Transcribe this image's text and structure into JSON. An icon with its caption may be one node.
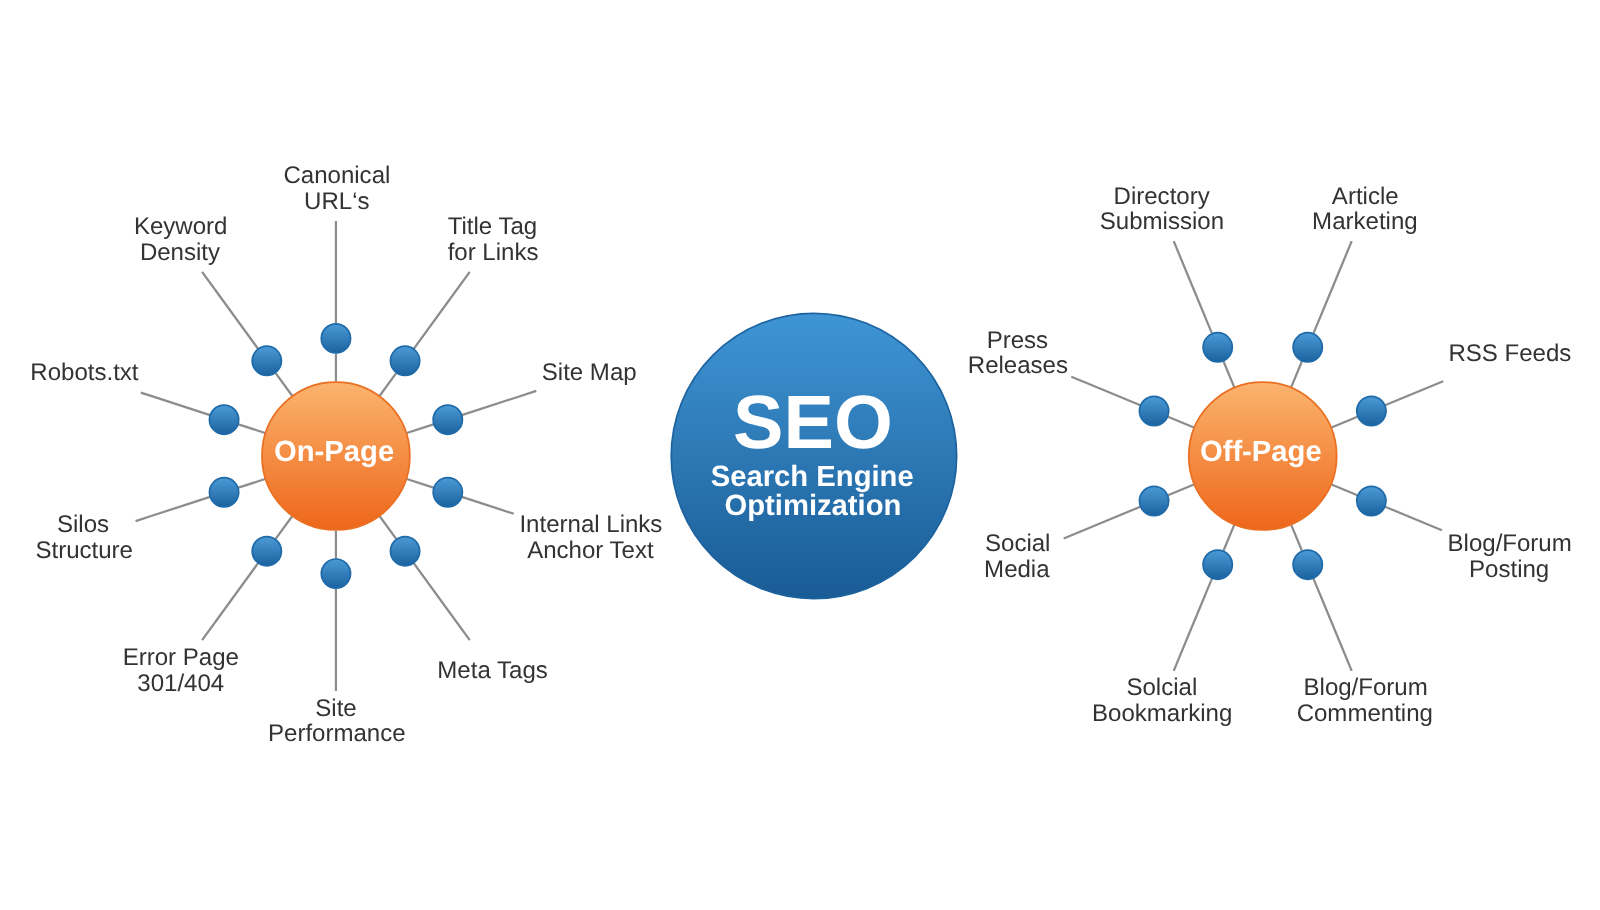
{
  "diagram": {
    "nodes": [
      {
        "text": [
          "On-Page"
        ]
      },
      {
        "text": [],
        "shape": "circle"
      },
      {
        "text": [
          "Site Map"
        ]
      },
      {
        "text": [],
        "shape": "circle"
      },
      {
        "text": [
          "Title Tag for Links"
        ]
      },
      {
        "text": [],
        "shape": "circle"
      },
      {
        "text": [
          "Canonical URL‘s"
        ]
      },
      {
        "text": [],
        "shape": "circle"
      },
      {
        "text": [
          "Keyword Density"
        ]
      },
      {
        "text": [],
        "shape": "circle"
      },
      {
        "text": [
          "Robots.txt"
        ]
      },
      {
        "text": [],
        "shape": "circle"
      },
      {
        "text": [
          "Silos Structure"
        ]
      },
      {
        "text": [],
        "shape": "circle"
      },
      {
        "text": [
          "Error Page 301/404"
        ]
      },
      {
        "text": [],
        "shape": "circle"
      },
      {
        "text": [
          "Site Performance"
        ]
      },
      {
        "text": [],
        "shape": "circle"
      },
      {
        "text": [
          "Meta Tags"
        ]
      },
      {
        "text": [],
        "shape": "circle"
      },
      {
        "text": [
          "Internal Links Anchor Text"
        ]
      },
      {
        "text": [
          "SEO",
          "Search Engine Optimization"
        ]
      },
      {
        "text": [
          "Off-Page"
        ]
      },
      {
        "text": [],
        "shape": "circle"
      },
      {
        "text": [
          "RSS Feeds"
        ]
      },
      {
        "text": [],
        "shape": "circle"
      },
      {
        "text": [
          "Article Marketing"
        ]
      },
      {
        "text": [],
        "shape": "circle"
      },
      {
        "text": [
          "Directory Submission"
        ]
      },
      {
        "text": [],
        "shape": "circle"
      },
      {
        "text": [
          "Press Releases"
        ]
      },
      {
        "text": [],
        "shape": "circle"
      },
      {
        "text": [
          "Social Media"
        ]
      },
      {
        "text": [],
        "shape": "circle"
      },
      {
        "text": [
          "Solcial Bookmarking"
        ]
      },
      {
        "text": [],
        "shape": "circle"
      },
      {
        "text": [
          "Blog/Forum Commenting"
        ]
      },
      {
        "text": [],
        "shape": "circle"
      },
      {
        "text": [
          "Blog/Forum Posting"
        ]
      }
    ],
    "edges": [
      {
        "from": 0,
        "to": 1,
        "arrow": "none"
      },
      {
        "from": 1,
        "to": 2,
        "arrow": "none"
      },
      {
        "from": 0,
        "to": 3,
        "arrow": "none"
      },
      {
        "from": 3,
        "to": 4,
        "arrow": "none"
      },
      {
        "from": 0,
        "to": 5,
        "arrow": "none"
      },
      {
        "from": 5,
        "to": 6,
        "arrow": "none"
      },
      {
        "from": 0,
        "to": 7,
        "arrow": "none"
      },
      {
        "from": 7,
        "to": 8,
        "arrow": "none"
      },
      {
        "from": 0,
        "to": 9,
        "arrow": "none"
      },
      {
        "from": 9,
        "to": 10,
        "arrow": "none"
      },
      {
        "from": 0,
        "to": 11,
        "arrow": "none"
      },
      {
        "from": 11,
        "to": 12,
        "arrow": "none"
      },
      {
        "from": 0,
        "to": 13,
        "arrow": "none"
      },
      {
        "from": 13,
        "to": 14,
        "arrow": "none"
      },
      {
        "from": 0,
        "to": 15,
        "arrow": "none"
      },
      {
        "from": 15,
        "to": 16,
        "arrow": "none"
      },
      {
        "from": 0,
        "to": 17,
        "arrow": "none"
      },
      {
        "from": 17,
        "to": 18,
        "arrow": "none"
      },
      {
        "from": 0,
        "to": 19,
        "arrow": "none"
      },
      {
        "from": 19,
        "to": 20,
        "arrow": "none"
      },
      {
        "from": 22,
        "to": 23,
        "arrow": "none"
      },
      {
        "from": 23,
        "to": 24,
        "arrow": "none"
      },
      {
        "from": 22,
        "to": 25,
        "arrow": "none"
      },
      {
        "from": 25,
        "to": 26,
        "arrow": "none"
      },
      {
        "from": 22,
        "to": 27,
        "arrow": "none"
      },
      {
        "from": 27,
        "to": 28,
        "arrow": "none"
      },
      {
        "from": 22,
        "to": 29,
        "arrow": "none"
      },
      {
        "from": 29,
        "to": 30,
        "arrow": "none"
      },
      {
        "from": 22,
        "to": 31,
        "arrow": "none"
      },
      {
        "from": 31,
        "to": 32,
        "arrow": "none"
      },
      {
        "from": 22,
        "to": 33,
        "arrow": "none"
      },
      {
        "from": 33,
        "to": 34,
        "arrow": "none"
      },
      {
        "from": 22,
        "to": 35,
        "arrow": "none"
      },
      {
        "from": 35,
        "to": 36,
        "arrow": "none"
      },
      {
        "from": 22,
        "to": 37,
        "arrow": "none"
      },
      {
        "from": 37,
        "to": 38,
        "arrow": "none"
      }
    ]
  }
}
